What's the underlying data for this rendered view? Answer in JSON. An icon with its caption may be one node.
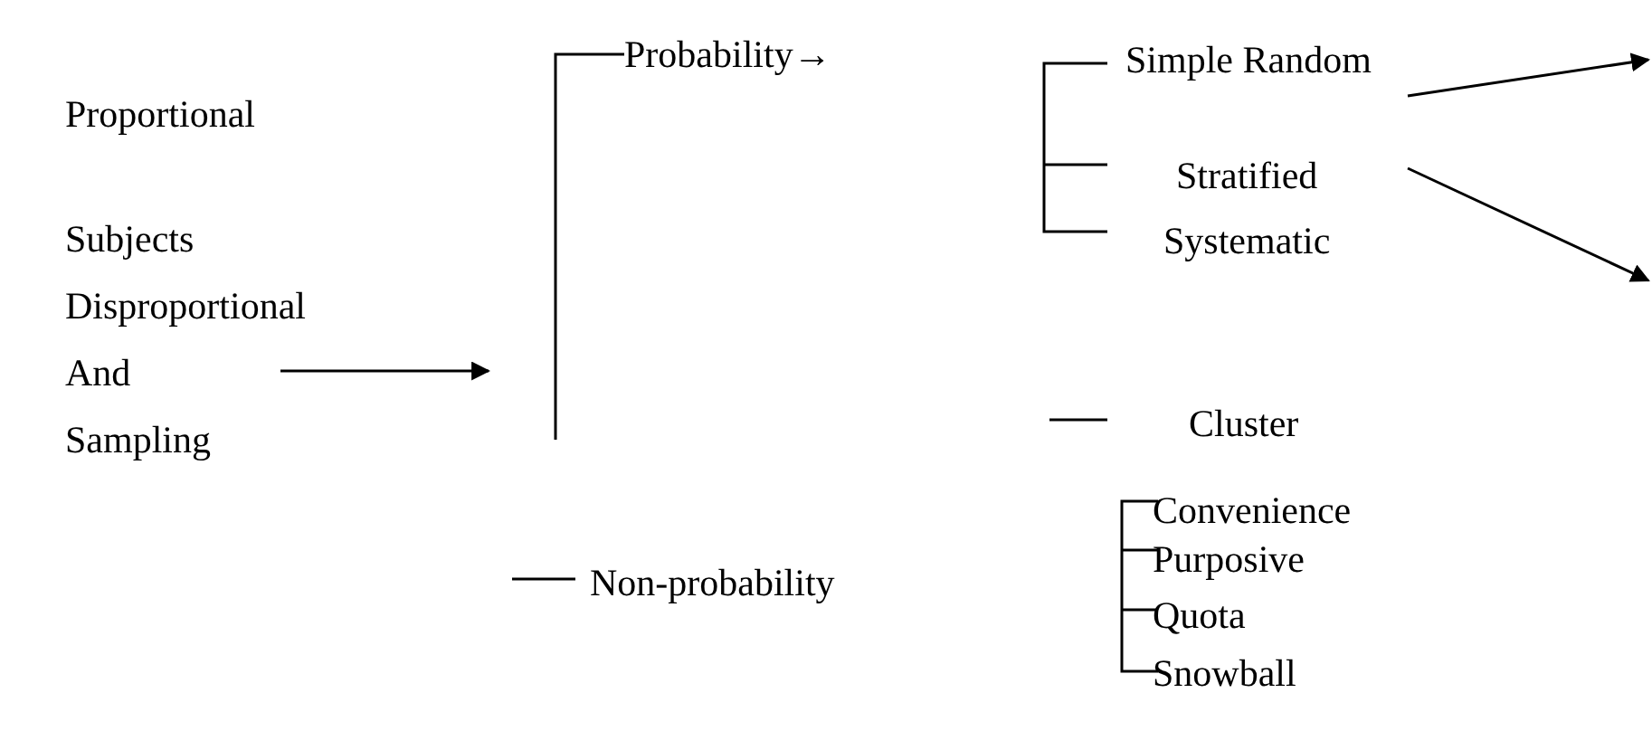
{
  "diagram": {
    "nodes": [
      {
        "text": [
          "Subjects Disproportional And Sampling"
        ]
      },
      {
        "text": [
          "Simple Random"
        ]
      },
      {
        "text": [
          "Stratified"
        ]
      }
    ],
    "edges": [
      {
        "from": 0,
        "to": null,
        "arrow": "to"
      },
      {
        "from": 1,
        "to": null,
        "arrow": "to"
      },
      {
        "from": 2,
        "to": null,
        "arrow": "to"
      }
    ],
    "labels": [
      "Probability→",
      "Proportional",
      "Systematic",
      "Cluster",
      "Non-probability",
      "Convenience",
      "Purposive",
      "Quota",
      "Snowball"
    ]
  }
}
